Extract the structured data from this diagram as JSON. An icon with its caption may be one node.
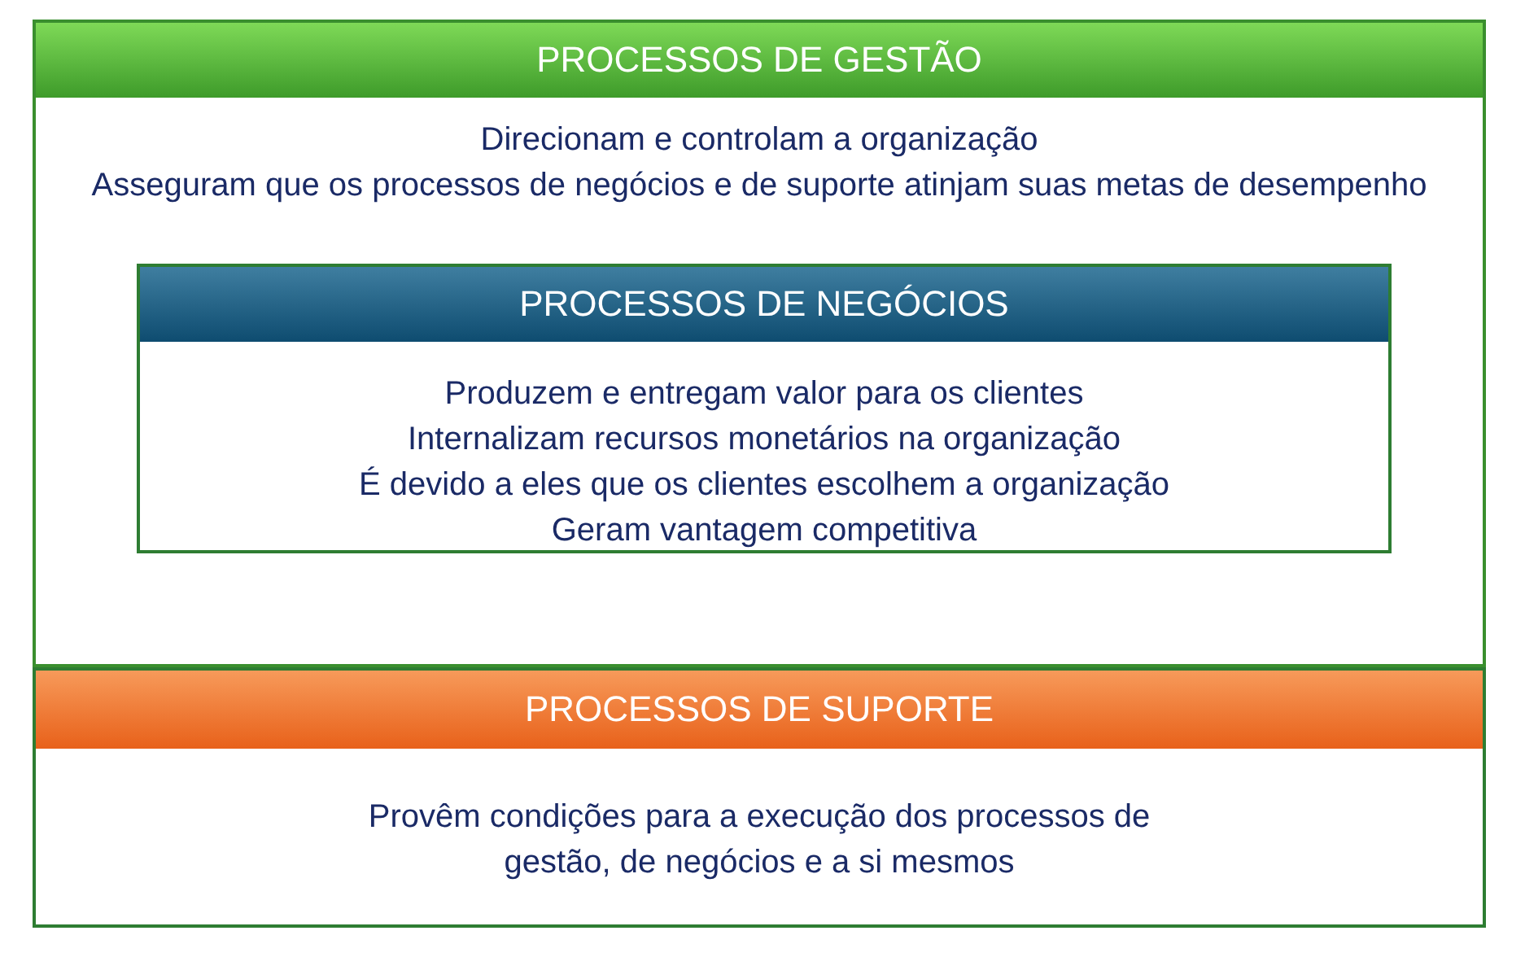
{
  "diagram": {
    "nodes": [
      {
        "text": [
          "PROCESSOS DE GESTÃO",
          "Direcionam e controlam a organização",
          "Asseguram que os processos de negócios e de suporte atinjam suas metas de desempenho"
        ]
      },
      {
        "text": [
          "PROCESSOS DE NEGÓCIOS",
          "Produzem e entregam valor para os clientes",
          "Internalizam recursos monetários na organização",
          "É devido a eles que os clientes escolhem a organização",
          "Geram vantagem competitiva"
        ],
        "in": 0
      },
      {
        "text": [
          "PROCESSOS DE SUPORTE",
          "Provêm condições para a execução dos processos de gestão, de negócios e a si mesmos"
        ]
      }
    ]
  }
}
